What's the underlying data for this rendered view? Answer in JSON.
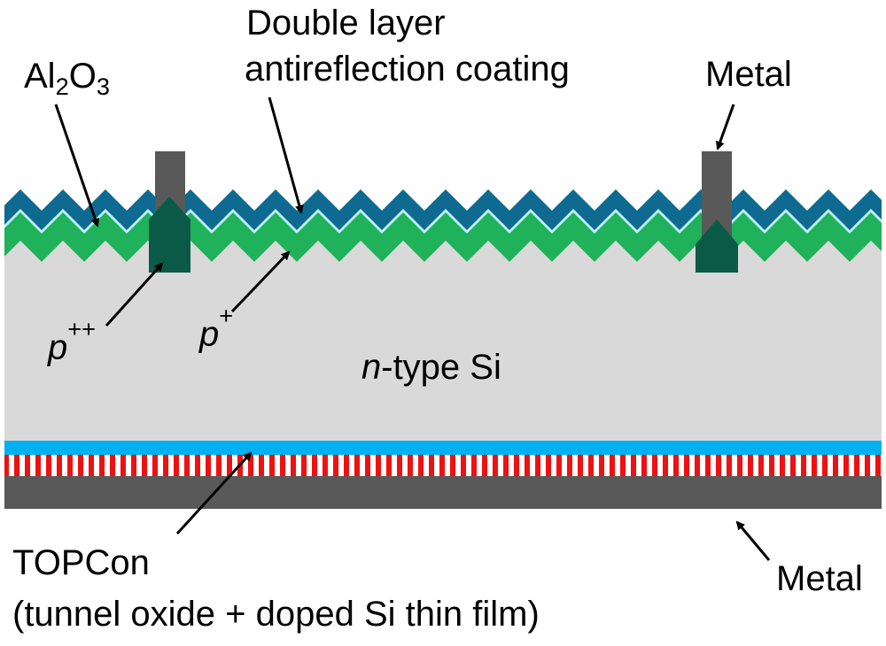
{
  "title": "n-type TOPCon solar cell cross-section",
  "colors": {
    "background": "#ffffff",
    "silicon": "#d9d9d9",
    "arc_outer": "#0e6a91",
    "arc_inner": "#bfeff8",
    "al2o3": "#1fb25a",
    "p_plus_plus": "#0b5a47",
    "metal": "#595959",
    "tunnel_oxide": "#00b0f0",
    "doped_si_red": "#ee1111",
    "doped_si_white": "#ffffff",
    "arrow": "#000000"
  },
  "labels": {
    "al2o3": {
      "base1": "Al",
      "sub1": "2",
      "base2": "O",
      "sub2": "3"
    },
    "arc_line1": "Double layer",
    "arc_line2": "antireflection coating",
    "metal_top": "Metal",
    "p_plus_plus": {
      "base": "p",
      "sup": "++"
    },
    "p_plus": {
      "base": "p",
      "sup": "+"
    },
    "n_type": {
      "italic": "n",
      "rest": "-type Si"
    },
    "topcon_line1": "TOPCon",
    "topcon_line2": "(tunnel oxide + doped Si thin film)",
    "metal_bottom": "Metal"
  }
}
